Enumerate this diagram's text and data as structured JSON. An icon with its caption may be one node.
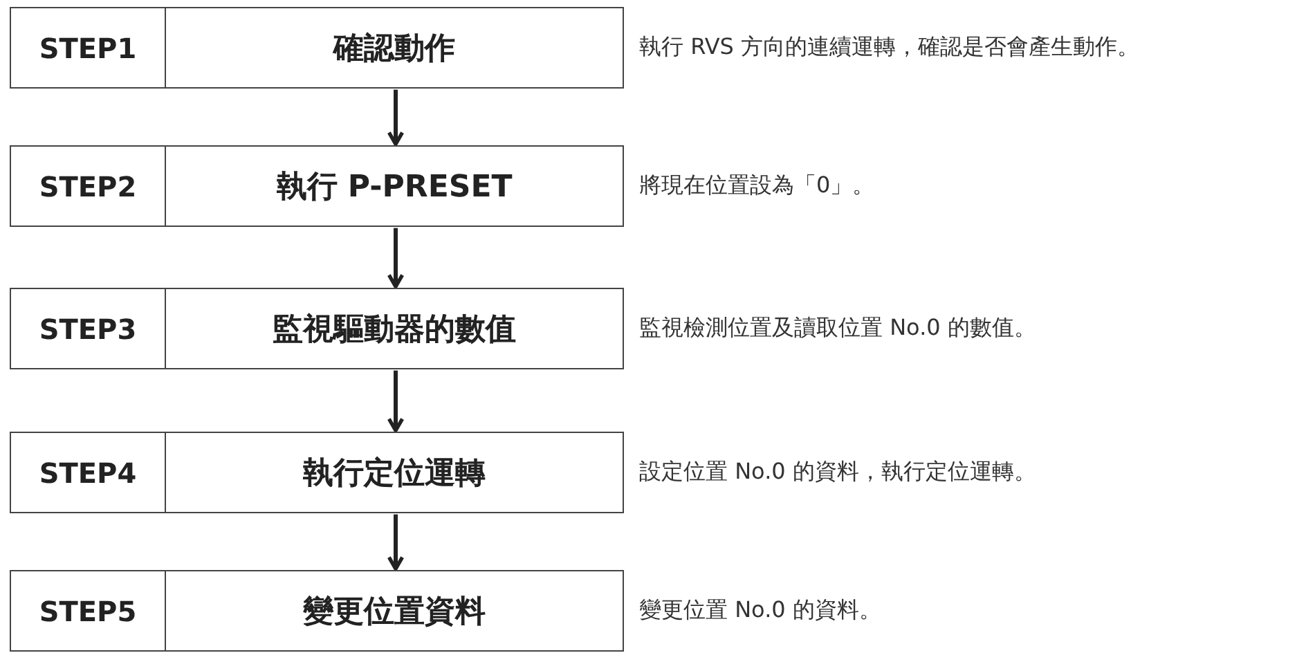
{
  "diagram": {
    "nodes": [
      {
        "text": [
          "STEP1",
          "確認動作"
        ],
        "beside": [
          "執行 RVS 方向的連續運轉，確認是否會產生動作。"
        ]
      },
      {
        "text": [
          "STEP2",
          "執行 P-PRESET"
        ],
        "beside": [
          "將現在位置設為「0」。"
        ]
      },
      {
        "text": [
          "STEP3",
          "監視驅動器的數值"
        ],
        "beside": [
          "監視檢測位置及讀取位置 No.0 的數值。"
        ]
      },
      {
        "text": [
          "STEP4",
          "執行定位運轉"
        ],
        "beside": [
          "設定位置 No.0 的資料，執行定位運轉。"
        ]
      },
      {
        "text": [
          "STEP5",
          "變更位置資料"
        ],
        "beside": [
          "變更位置 No.0 的資料。"
        ]
      }
    ],
    "edges": [
      {
        "from": 0,
        "to": 1,
        "arrow": "to"
      },
      {
        "from": 1,
        "to": 2,
        "arrow": "to"
      },
      {
        "from": 2,
        "to": 3,
        "arrow": "to"
      },
      {
        "from": 3,
        "to": 4,
        "arrow": "to"
      }
    ]
  }
}
